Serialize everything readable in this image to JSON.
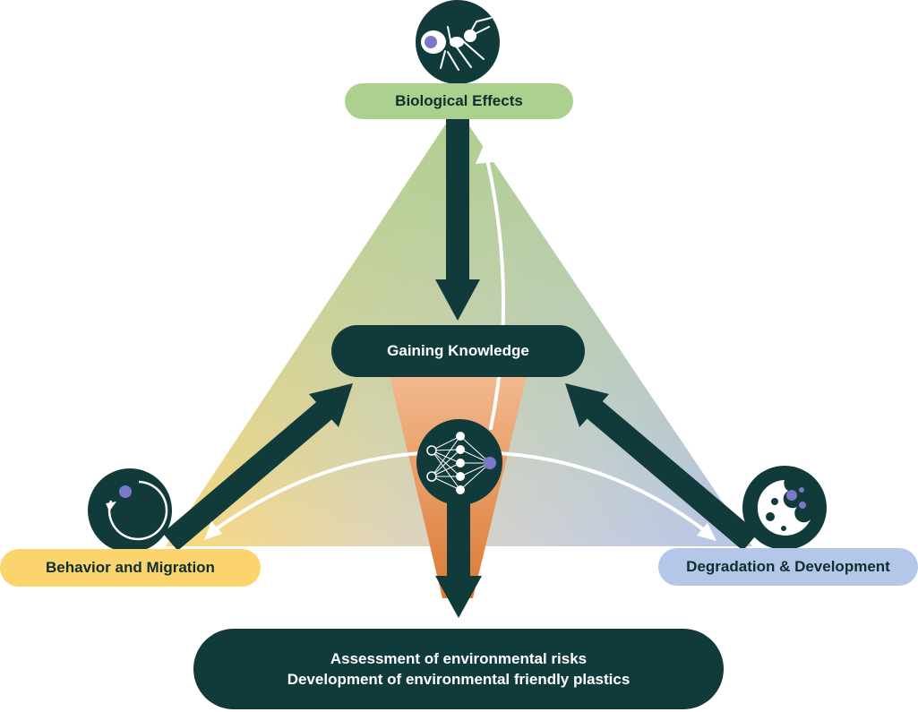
{
  "nodes": {
    "biological_effects": "Biological Effects",
    "behavior_migration": "Behavior and Migration",
    "degradation_development": "Degradation & Development",
    "gaining_knowledge": "Gaining Knowledge",
    "outcome_line1": "Assessment of environmental risks",
    "outcome_line2": "Development of environmental friendly plastics"
  },
  "icons": {
    "top": "ant-icon",
    "left": "rotation-orbit-icon",
    "right": "degraded-particle-icon",
    "center": "neural-network-icon"
  },
  "colors": {
    "dark_teal": "#113a3b",
    "green": "#acd18f",
    "yellow": "#fbd46d",
    "blue": "#b4c7e9",
    "orange": "#e2833f",
    "accent_purple": "#7b78c9"
  }
}
